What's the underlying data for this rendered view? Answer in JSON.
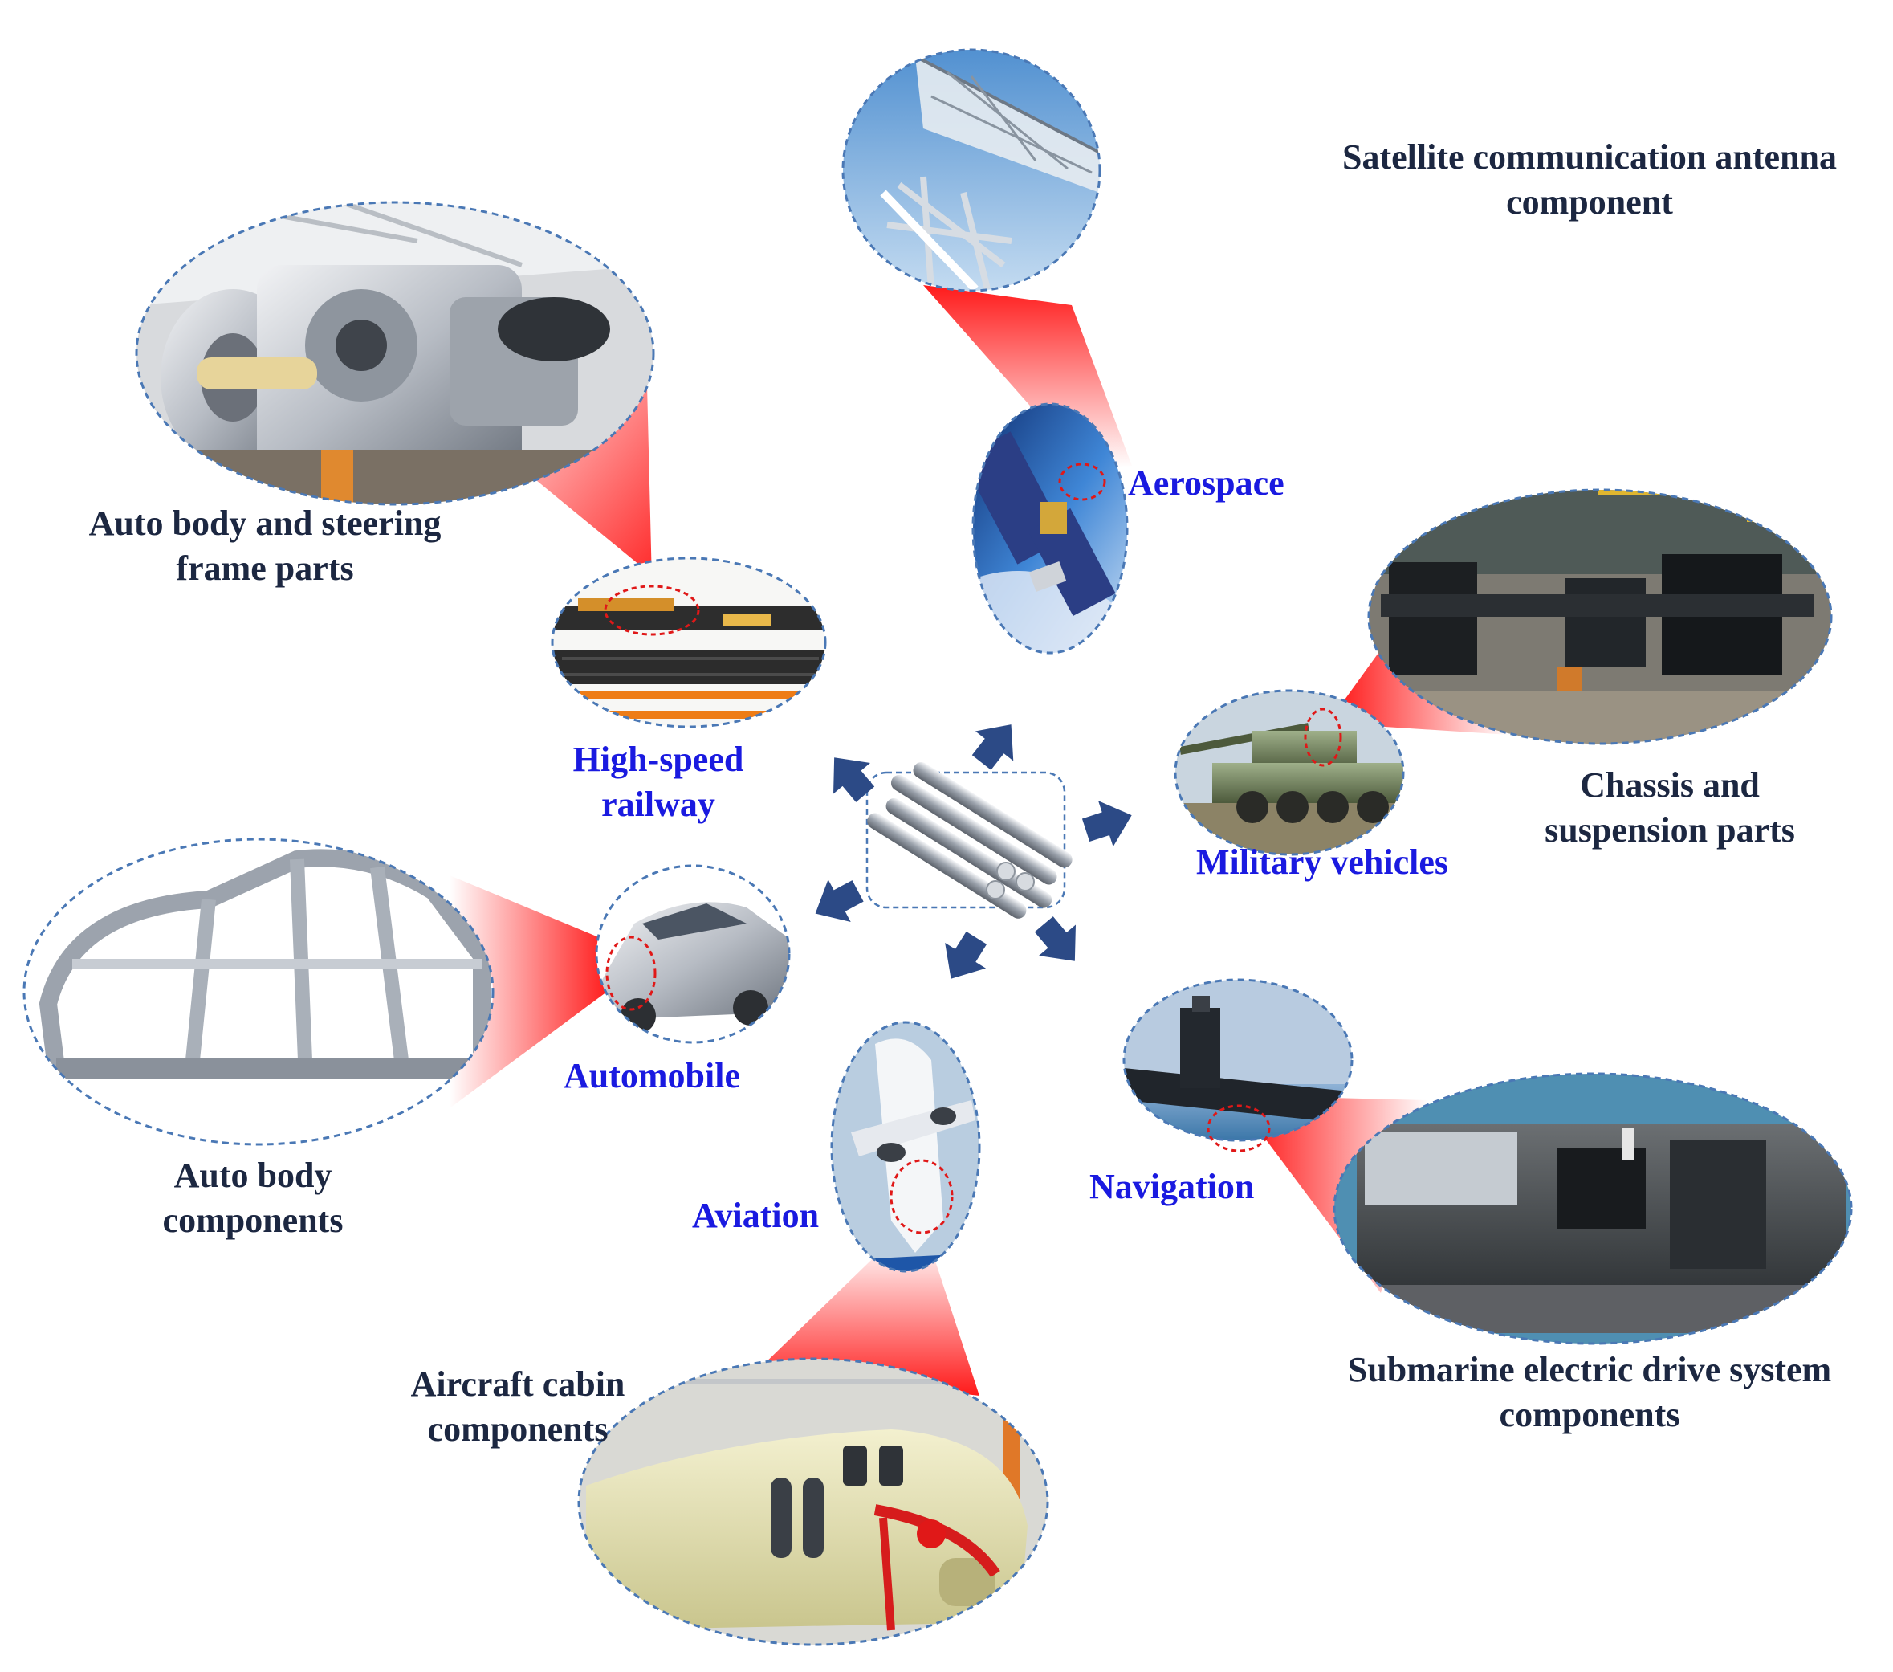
{
  "colors": {
    "sector_text": "#1a1ae0",
    "component_text": "#1c2741",
    "arrow": "#2c4a86",
    "callout": "#ff1a1a",
    "ellipse_border": "#4a78b5"
  },
  "center": {
    "icon": "aluminum-rods-image"
  },
  "sectors": {
    "aerospace": "Aerospace",
    "railway": [
      "High-speed",
      "railway"
    ],
    "military": "Military vehicles",
    "automobile": "Automobile",
    "aviation": "Aviation",
    "navigation": "Navigation"
  },
  "components": {
    "satellite": [
      "Satellite communication antenna",
      "component"
    ],
    "railway": [
      "Auto body and steering",
      "frame parts"
    ],
    "military": [
      "Chassis and",
      "suspension parts"
    ],
    "automobile": [
      "Auto body",
      "components"
    ],
    "aviation": [
      "Aircraft cabin",
      "components"
    ],
    "navigation": [
      "Submarine electric drive system",
      "components"
    ]
  }
}
